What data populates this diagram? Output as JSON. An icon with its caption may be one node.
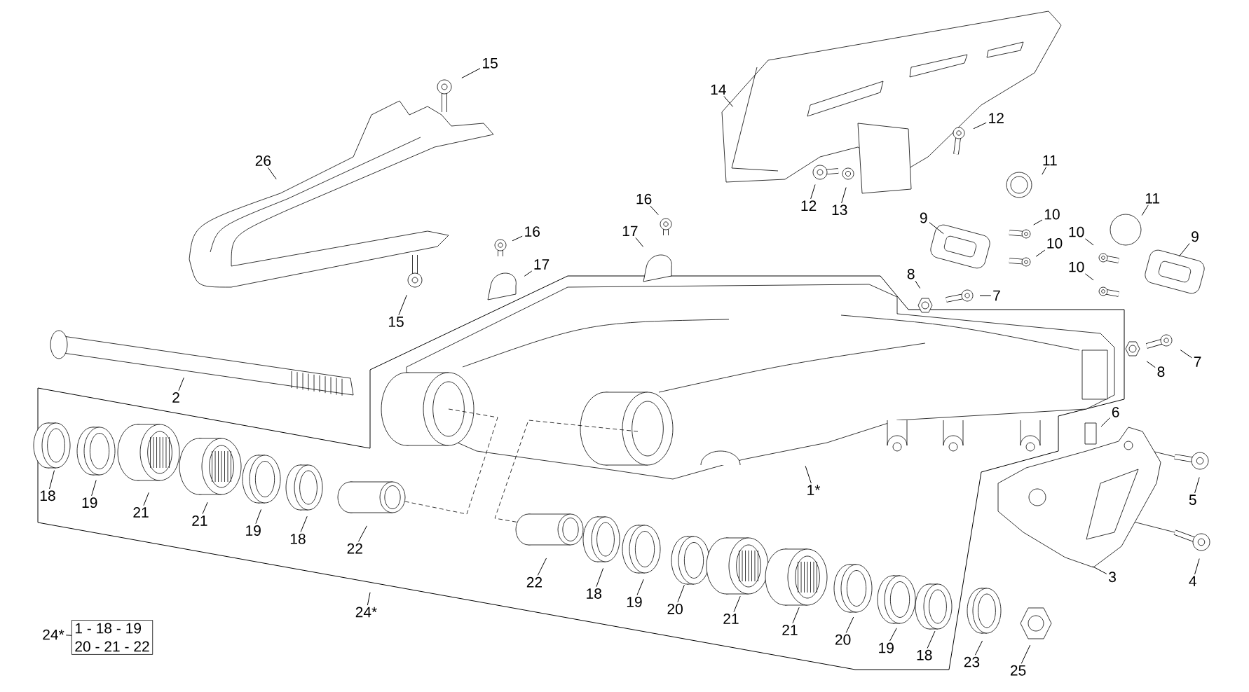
{
  "diagram": {
    "nodes": [
      {
        "text": [
          "15"
        ]
      },
      {
        "text": [
          "14"
        ]
      },
      {
        "text": [
          "12"
        ]
      },
      {
        "text": [
          "26"
        ]
      },
      {
        "text": [
          "11"
        ]
      },
      {
        "text": [
          "12"
        ]
      },
      {
        "text": [
          "16"
        ]
      },
      {
        "text": [
          "11"
        ]
      },
      {
        "text": [
          "13"
        ]
      },
      {
        "text": [
          "10"
        ]
      },
      {
        "text": [
          "9"
        ]
      },
      {
        "text": [
          "16"
        ]
      },
      {
        "text": [
          "17"
        ]
      },
      {
        "text": [
          "10"
        ]
      },
      {
        "text": [
          "9"
        ]
      },
      {
        "text": [
          "10"
        ]
      },
      {
        "text": [
          "17"
        ]
      },
      {
        "text": [
          "10"
        ]
      },
      {
        "text": [
          "8"
        ]
      },
      {
        "text": [
          "7"
        ]
      },
      {
        "text": [
          "15"
        ]
      },
      {
        "text": [
          "7"
        ]
      },
      {
        "text": [
          "8"
        ]
      },
      {
        "text": [
          "2"
        ]
      },
      {
        "text": [
          "6"
        ]
      },
      {
        "text": [
          "1*"
        ]
      },
      {
        "text": [
          "18"
        ]
      },
      {
        "text": [
          "5"
        ]
      },
      {
        "text": [
          "19"
        ]
      },
      {
        "text": [
          "21"
        ]
      },
      {
        "text": [
          "21"
        ]
      },
      {
        "text": [
          "19"
        ]
      },
      {
        "text": [
          "18"
        ]
      },
      {
        "text": [
          "22"
        ]
      },
      {
        "text": [
          "3"
        ]
      },
      {
        "text": [
          "4"
        ]
      },
      {
        "text": [
          "22"
        ]
      },
      {
        "text": [
          "18"
        ]
      },
      {
        "text": [
          "19"
        ]
      },
      {
        "text": [
          "20"
        ]
      },
      {
        "text": [
          "24*"
        ]
      },
      {
        "text": [
          "21"
        ]
      },
      {
        "text": [
          "21"
        ]
      },
      {
        "text": [
          "20"
        ]
      },
      {
        "text": [
          "19"
        ]
      },
      {
        "text": [
          "18"
        ]
      },
      {
        "text": [
          "23"
        ]
      },
      {
        "text": [
          "25"
        ]
      },
      {
        "text": [
          "24*"
        ]
      },
      {
        "text": [
          "1 - 18 - 19",
          "20 - 21 - 22"
        ]
      }
    ],
    "edges": [
      {
        "from": 0,
        "to": null,
        "arrow": "none"
      },
      {
        "from": 1,
        "to": null,
        "arrow": "none"
      },
      {
        "from": 2,
        "to": null,
        "arrow": "none"
      },
      {
        "from": 3,
        "to": null,
        "arrow": "none"
      },
      {
        "from": 4,
        "to": null,
        "arrow": "none"
      },
      {
        "from": 5,
        "to": null,
        "arrow": "none"
      },
      {
        "from": 6,
        "to": null,
        "arrow": "none"
      },
      {
        "from": 7,
        "to": null,
        "arrow": "none"
      },
      {
        "from": 8,
        "to": null,
        "arrow": "none"
      },
      {
        "from": 9,
        "to": null,
        "arrow": "none"
      },
      {
        "from": 10,
        "to": null,
        "arrow": "none"
      },
      {
        "from": 11,
        "to": null,
        "arrow": "none"
      },
      {
        "from": 12,
        "to": null,
        "arrow": "none"
      },
      {
        "from": 13,
        "to": null,
        "arrow": "none"
      },
      {
        "from": 14,
        "to": null,
        "arrow": "none"
      },
      {
        "from": 15,
        "to": null,
        "arrow": "none"
      },
      {
        "from": 16,
        "to": null,
        "arrow": "none"
      },
      {
        "from": 17,
        "to": null,
        "arrow": "none"
      },
      {
        "from": 18,
        "to": null,
        "arrow": "none"
      },
      {
        "from": 19,
        "to": null,
        "arrow": "none"
      },
      {
        "from": 20,
        "to": null,
        "arrow": "none"
      },
      {
        "from": 21,
        "to": null,
        "arrow": "none"
      },
      {
        "from": 22,
        "to": null,
        "arrow": "none"
      },
      {
        "from": 23,
        "to": null,
        "arrow": "none"
      },
      {
        "from": 24,
        "to": null,
        "arrow": "none"
      },
      {
        "from": 25,
        "to": null,
        "arrow": "none"
      },
      {
        "from": 26,
        "to": null,
        "arrow": "none"
      },
      {
        "from": 27,
        "to": null,
        "arrow": "none"
      },
      {
        "from": 28,
        "to": null,
        "arrow": "none"
      },
      {
        "from": 29,
        "to": null,
        "arrow": "none"
      },
      {
        "from": 30,
        "to": null,
        "arrow": "none"
      },
      {
        "from": 31,
        "to": null,
        "arrow": "none"
      },
      {
        "from": 32,
        "to": null,
        "arrow": "none"
      },
      {
        "from": 33,
        "to": null,
        "arrow": "none"
      },
      {
        "from": 34,
        "to": null,
        "arrow": "none"
      },
      {
        "from": 35,
        "to": null,
        "arrow": "none"
      },
      {
        "from": 36,
        "to": null,
        "arrow": "none"
      },
      {
        "from": 37,
        "to": null,
        "arrow": "none"
      },
      {
        "from": 38,
        "to": null,
        "arrow": "none"
      },
      {
        "from": 39,
        "to": null,
        "arrow": "none"
      },
      {
        "from": 40,
        "to": null,
        "arrow": "none"
      },
      {
        "from": 41,
        "to": null,
        "arrow": "none"
      },
      {
        "from": 42,
        "to": null,
        "arrow": "none"
      },
      {
        "from": 43,
        "to": null,
        "arrow": "none"
      },
      {
        "from": 44,
        "to": null,
        "arrow": "none"
      },
      {
        "from": 45,
        "to": null,
        "arrow": "none"
      },
      {
        "from": 46,
        "to": null,
        "arrow": "none"
      },
      {
        "from": 47,
        "to": null,
        "arrow": "none"
      },
      {
        "from": 48,
        "to": 49,
        "arrow": "none"
      }
    ]
  }
}
